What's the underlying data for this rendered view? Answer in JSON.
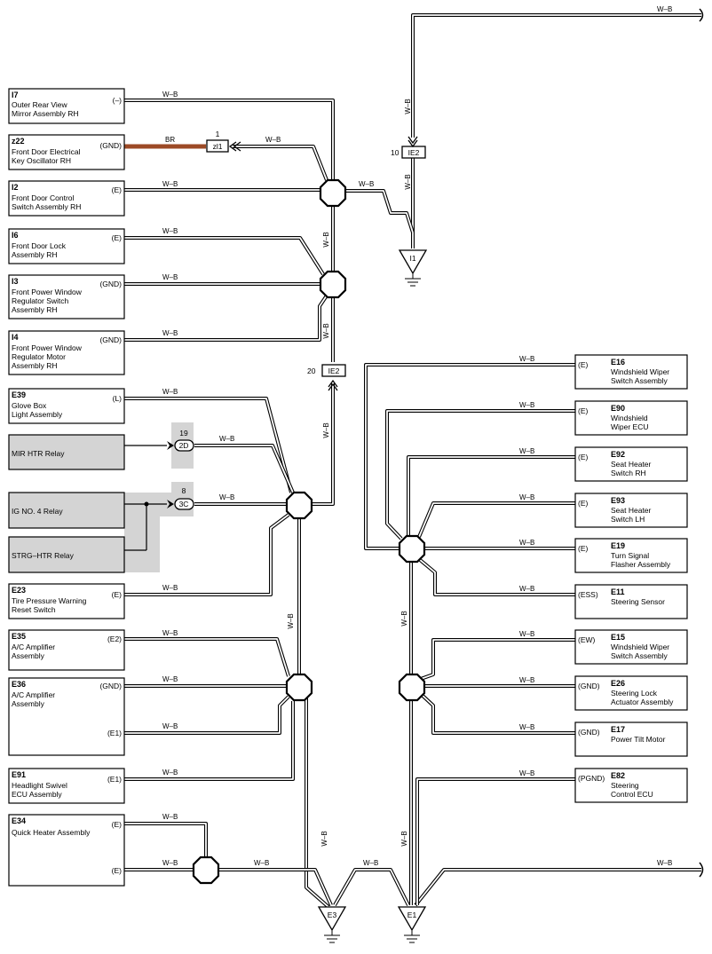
{
  "wire_color": "W–B",
  "br_color": "BR",
  "components_left": [
    {
      "code": "I7",
      "lines": [
        "Outer Rear View",
        "Mirror Assembly RH"
      ],
      "pins": [
        "(–)"
      ]
    },
    {
      "code": "z22",
      "lines": [
        "Front Door Electrical",
        "Key Oscillator RH"
      ],
      "pins": [
        "(GND)"
      ]
    },
    {
      "code": "I2",
      "lines": [
        "Front Door Control",
        "Switch Assembly RH"
      ],
      "pins": [
        "(E)"
      ]
    },
    {
      "code": "I6",
      "lines": [
        "Front Door Lock",
        "Assembly RH"
      ],
      "pins": [
        "(E)"
      ]
    },
    {
      "code": "I3",
      "lines": [
        "Front Power Window",
        "Regulator Switch",
        "Assembly RH"
      ],
      "pins": [
        "(GND)"
      ]
    },
    {
      "code": "I4",
      "lines": [
        "Front Power Window",
        "Regulator Motor",
        "Assembly RH"
      ],
      "pins": [
        "(GND)"
      ]
    },
    {
      "code": "E39",
      "lines": [
        "Glove Box",
        "Light Assembly"
      ],
      "pins": [
        "(L)"
      ]
    },
    {
      "code": "E23",
      "lines": [
        "Tire Pressure Warning",
        "Reset Switch"
      ],
      "pins": [
        "(E)"
      ]
    },
    {
      "code": "E35",
      "lines": [
        "A/C Amplifier",
        "Assembly"
      ],
      "pins": [
        "(E2)"
      ]
    },
    {
      "code": "E36",
      "lines": [
        "A/C Amplifier",
        "Assembly"
      ],
      "pins": [
        "(GND)",
        "(E1)"
      ]
    },
    {
      "code": "E91",
      "lines": [
        "Headlight Swivel",
        "ECU Assembly"
      ],
      "pins": [
        "(E1)"
      ]
    },
    {
      "code": "E34",
      "lines": [
        "Quick Heater Assembly"
      ],
      "pins": [
        "(E)",
        "(E)"
      ]
    }
  ],
  "relays": [
    "MIR HTR Relay",
    "IG NO. 4 Relay",
    "STRG–HTR Relay"
  ],
  "components_right": [
    {
      "code": "E16",
      "lines": [
        "Windshield Wiper",
        "Switch Assembly"
      ],
      "pin": "(E)"
    },
    {
      "code": "E90",
      "lines": [
        "Windshield",
        "Wiper ECU"
      ],
      "pin": "(E)"
    },
    {
      "code": "E92",
      "lines": [
        "Seat Heater",
        "Switch RH"
      ],
      "pin": "(E)"
    },
    {
      "code": "E93",
      "lines": [
        "Seat Heater",
        "Switch LH"
      ],
      "pin": "(E)"
    },
    {
      "code": "E19",
      "lines": [
        "Turn Signal",
        "Flasher Assembly"
      ],
      "pin": "(E)"
    },
    {
      "code": "E11",
      "lines": [
        "Steering Sensor"
      ],
      "pin": "(ESS)"
    },
    {
      "code": "E15",
      "lines": [
        "Windshield Wiper",
        "Switch Assembly"
      ],
      "pin": "(EW)"
    },
    {
      "code": "E26",
      "lines": [
        "Steering Lock",
        "Actuator Assembly"
      ],
      "pin": "(GND)"
    },
    {
      "code": "E17",
      "lines": [
        "Power Tilt Motor"
      ],
      "pin": "(GND)"
    },
    {
      "code": "E82",
      "lines": [
        "Steering",
        "Control ECU"
      ],
      "pin": "(PGND)"
    }
  ],
  "connectors": {
    "zl1": {
      "label": "zl1",
      "pin": "1"
    },
    "ie2_top": {
      "label": "IE2",
      "pin": "10"
    },
    "ie2_mid": {
      "label": "IE2",
      "pin": "20"
    },
    "c2d": {
      "label": "2D",
      "pin": "19"
    },
    "c3c": {
      "label": "3C",
      "pin": "8"
    }
  },
  "grounds": [
    "I1",
    "E3",
    "E1"
  ]
}
